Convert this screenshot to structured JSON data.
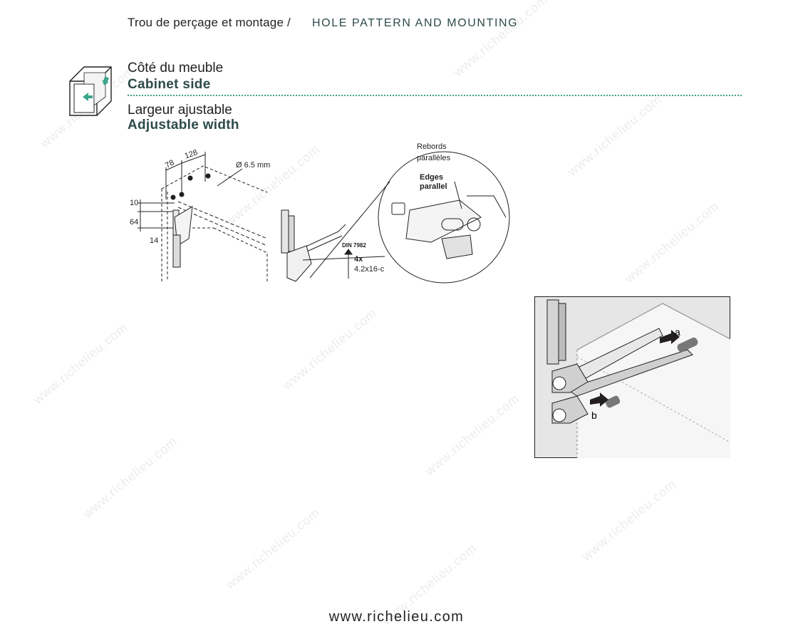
{
  "header": {
    "title_fr": "Trou de perçage et montage /",
    "title_en": "HOLE PATTERN AND MOUNTING"
  },
  "section": {
    "cabinet_fr": "Côté du meuble",
    "cabinet_en": "Cabinet side",
    "width_fr": "Largeur ajustable",
    "width_en": "Adjustable width"
  },
  "diagram": {
    "dim_78": "78",
    "dim_128": "128",
    "hole_diameter": "Ø 6.5 mm",
    "dim_10": "10",
    "dim_64": "64",
    "dim_14": "14",
    "detail_fr_line1": "Rebords",
    "detail_fr_line2": "parallèles",
    "detail_en_line1": "Edges",
    "detail_en_line2": "parallel",
    "screw_standard": "DIN 7982",
    "screw_qty": "4x",
    "screw_size": "4.2x16-c"
  },
  "photo": {
    "label_a": "a",
    "label_b": "b"
  },
  "footer": {
    "url": "www.richelieu.com"
  },
  "colors": {
    "accent": "#3aa58a",
    "heading_en": "#2e4a4a",
    "text": "#231f20"
  }
}
